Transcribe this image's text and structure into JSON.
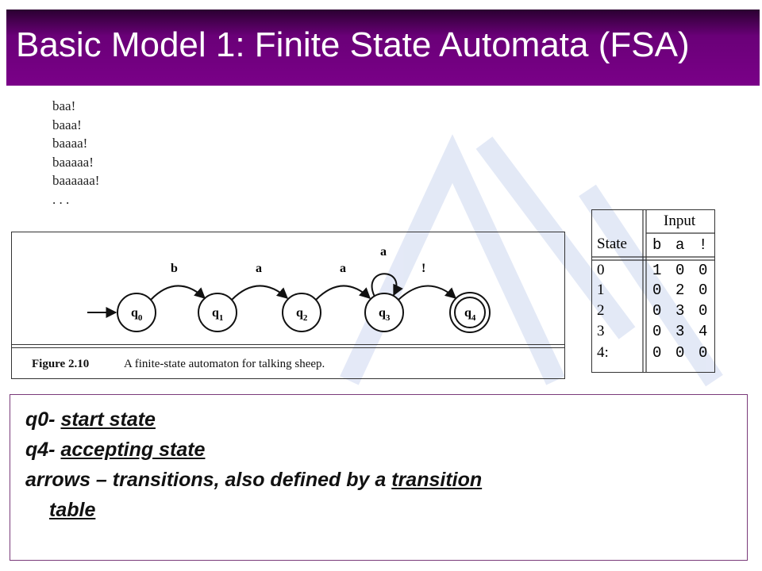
{
  "title": "Basic Model 1: Finite State Automata (FSA)",
  "strings": [
    "baa!",
    "baaa!",
    "baaaa!",
    "baaaaa!",
    "baaaaaa!",
    ". . ."
  ],
  "diagram": {
    "states": [
      {
        "base": "q",
        "sub": "0"
      },
      {
        "base": "q",
        "sub": "1"
      },
      {
        "base": "q",
        "sub": "2"
      },
      {
        "base": "q",
        "sub": "3"
      },
      {
        "base": "q",
        "sub": "4"
      }
    ],
    "transition_labels": [
      "b",
      "a",
      "a",
      "!"
    ],
    "loop_label": "a",
    "caption_label": "Figure 2.10",
    "caption_text": "A finite-state automaton for talking sheep."
  },
  "table": {
    "input_header": "Input",
    "state_header": "State",
    "symbols": [
      "b",
      "a",
      "!"
    ],
    "rows": [
      {
        "state": "0",
        "cells": [
          "1",
          "0",
          "0"
        ]
      },
      {
        "state": "1",
        "cells": [
          "0",
          "2",
          "0"
        ]
      },
      {
        "state": "2",
        "cells": [
          "0",
          "3",
          "0"
        ]
      },
      {
        "state": "3",
        "cells": [
          "0",
          "3",
          "4"
        ]
      },
      {
        "state": "4:",
        "cells": [
          "0",
          "0",
          "0"
        ]
      }
    ]
  },
  "notes": {
    "line1_prefix": "q0- ",
    "line1_term": "start state",
    "line2_prefix": "q4- ",
    "line2_term": "accepting state",
    "line3_prefix": "arrows – transitions, also defined by a ",
    "line3_term1": "transition",
    "line3_term2": "table"
  }
}
